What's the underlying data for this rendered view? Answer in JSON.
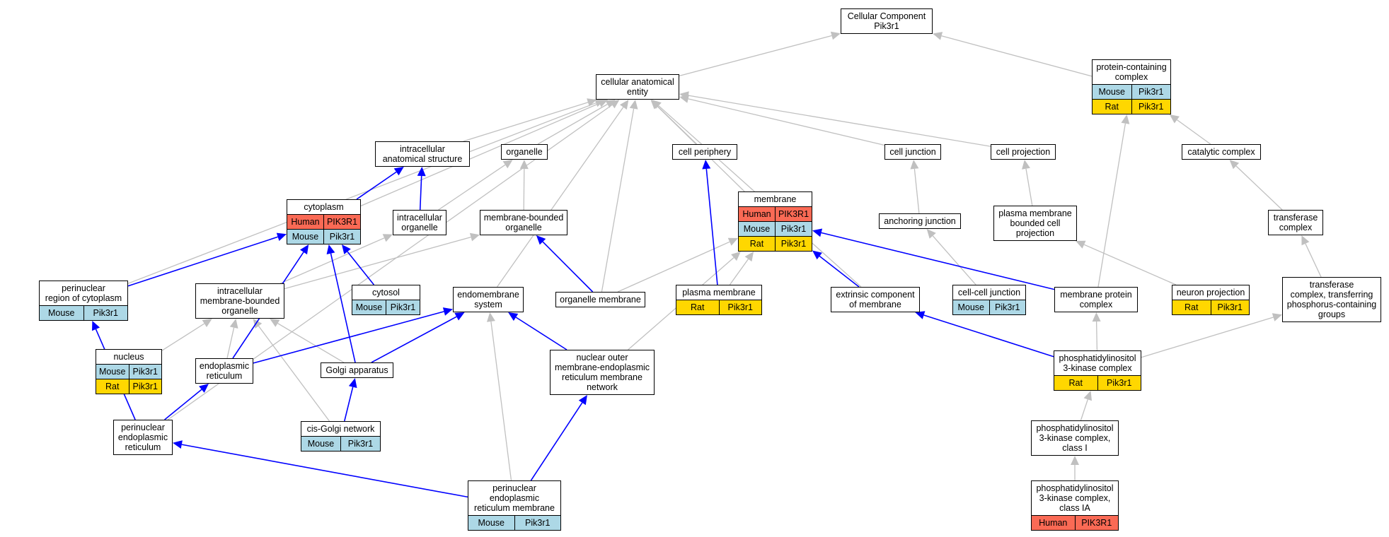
{
  "colors": {
    "human": "#FA6A55",
    "mouse": "#ADD8E6",
    "rat": "#FFD700",
    "isa_edge": "#C0C0C0",
    "partof_edge": "#0000FF"
  },
  "nodes": {
    "cellular_component": {
      "title": "Cellular Component\nPik3r1"
    },
    "protein_containing_complex": {
      "title": "protein-containing\ncomplex",
      "rows": [
        [
          "Mouse",
          "Pik3r1"
        ],
        [
          "Rat",
          "Pik3r1"
        ]
      ]
    },
    "cellular_anatomical_entity": {
      "title": "cellular anatomical\nentity"
    },
    "intracellular_anatomical_structure": {
      "title": "intracellular\nanatomical structure"
    },
    "organelle": {
      "title": "organelle"
    },
    "cell_periphery": {
      "title": "cell periphery"
    },
    "cell_junction": {
      "title": "cell junction"
    },
    "cell_projection": {
      "title": "cell projection"
    },
    "catalytic_complex": {
      "title": "catalytic complex"
    },
    "cytoplasm": {
      "title": "cytoplasm",
      "rows": [
        [
          "Human",
          "PIK3R1"
        ],
        [
          "Mouse",
          "Pik3r1"
        ]
      ]
    },
    "intracellular_organelle": {
      "title": "intracellular\norganelle"
    },
    "membrane_bounded_organelle": {
      "title": "membrane-bounded\norganelle"
    },
    "membrane": {
      "title": "membrane",
      "rows": [
        [
          "Human",
          "PIK3R1"
        ],
        [
          "Mouse",
          "Pik3r1"
        ],
        [
          "Rat",
          "Pik3r1"
        ]
      ]
    },
    "anchoring_junction": {
      "title": "anchoring junction"
    },
    "plasma_membrane_bounded_cell_projection": {
      "title": "plasma membrane\nbounded cell\nprojection"
    },
    "transferase_complex": {
      "title": "transferase\ncomplex"
    },
    "perinuclear_region_of_cytoplasm": {
      "title": "perinuclear\nregion of cytoplasm",
      "rows": [
        [
          "Mouse",
          "Pik3r1"
        ]
      ]
    },
    "intracellular_membrane_bounded_organelle": {
      "title": "intracellular\nmembrane-bounded\norganelle"
    },
    "cytosol": {
      "title": "cytosol",
      "rows": [
        [
          "Mouse",
          "Pik3r1"
        ]
      ]
    },
    "endomembrane_system": {
      "title": "endomembrane\nsystem"
    },
    "organelle_membrane": {
      "title": "organelle membrane"
    },
    "plasma_membrane": {
      "title": "plasma membrane",
      "rows": [
        [
          "Rat",
          "Pik3r1"
        ]
      ]
    },
    "extrinsic_component_of_membrane": {
      "title": "extrinsic component\nof membrane"
    },
    "cell_cell_junction": {
      "title": "cell-cell junction",
      "rows": [
        [
          "Mouse",
          "Pik3r1"
        ]
      ]
    },
    "membrane_protein_complex": {
      "title": "membrane protein\ncomplex"
    },
    "neuron_projection": {
      "title": "neuron projection",
      "rows": [
        [
          "Rat",
          "Pik3r1"
        ]
      ]
    },
    "transferase_complex_phospho": {
      "title": "transferase\ncomplex, transferring\nphosphorus-containing\ngroups"
    },
    "nucleus": {
      "title": "nucleus",
      "rows": [
        [
          "Mouse",
          "Pik3r1"
        ],
        [
          "Rat",
          "Pik3r1"
        ]
      ]
    },
    "endoplasmic_reticulum": {
      "title": "endoplasmic\nreticulum"
    },
    "golgi_apparatus": {
      "title": "Golgi apparatus"
    },
    "nuclear_outer_membrane_er_network": {
      "title": "nuclear outer\nmembrane-endoplasmic\nreticulum membrane\nnetwork"
    },
    "pi3k_complex": {
      "title": "phosphatidylinositol\n3-kinase complex",
      "rows": [
        [
          "Rat",
          "Pik3r1"
        ]
      ]
    },
    "perinuclear_er": {
      "title": "perinuclear\nendoplasmic\nreticulum"
    },
    "cis_golgi_network": {
      "title": "cis-Golgi network",
      "rows": [
        [
          "Mouse",
          "Pik3r1"
        ]
      ]
    },
    "pi3k_complex_class_i": {
      "title": "phosphatidylinositol\n3-kinase complex,\nclass I"
    },
    "perinuclear_er_membrane": {
      "title": "perinuclear\nendoplasmic\nreticulum membrane",
      "rows": [
        [
          "Mouse",
          "Pik3r1"
        ]
      ]
    },
    "pi3k_complex_class_ia": {
      "title": "phosphatidylinositol\n3-kinase complex,\nclass IA",
      "rows": [
        [
          "Human",
          "PIK3R1"
        ]
      ]
    }
  },
  "edges": [
    {
      "from": "protein_containing_complex",
      "to": "cellular_component",
      "type": "is_a"
    },
    {
      "from": "cellular_anatomical_entity",
      "to": "cellular_component",
      "type": "is_a"
    },
    {
      "from": "intracellular_anatomical_structure",
      "to": "cellular_anatomical_entity",
      "type": "is_a"
    },
    {
      "from": "organelle",
      "to": "cellular_anatomical_entity",
      "type": "is_a"
    },
    {
      "from": "cell_periphery",
      "to": "cellular_anatomical_entity",
      "type": "is_a"
    },
    {
      "from": "cell_junction",
      "to": "cellular_anatomical_entity",
      "type": "is_a"
    },
    {
      "from": "cell_projection",
      "to": "cellular_anatomical_entity",
      "type": "is_a"
    },
    {
      "from": "membrane",
      "to": "cellular_anatomical_entity",
      "type": "is_a"
    },
    {
      "from": "cytoplasm",
      "to": "cellular_anatomical_entity",
      "type": "is_a"
    },
    {
      "from": "perinuclear_region_of_cytoplasm",
      "to": "cellular_anatomical_entity",
      "type": "is_a"
    },
    {
      "from": "perinuclear_er",
      "to": "cellular_anatomical_entity",
      "type": "is_a"
    },
    {
      "from": "endomembrane_system",
      "to": "cellular_anatomical_entity",
      "type": "is_a"
    },
    {
      "from": "organelle_membrane",
      "to": "cellular_anatomical_entity",
      "type": "is_a"
    },
    {
      "from": "extrinsic_component_of_membrane",
      "to": "cellular_anatomical_entity",
      "type": "is_a"
    },
    {
      "from": "catalytic_complex",
      "to": "protein_containing_complex",
      "type": "is_a"
    },
    {
      "from": "membrane_protein_complex",
      "to": "protein_containing_complex",
      "type": "is_a"
    },
    {
      "from": "transferase_complex",
      "to": "catalytic_complex",
      "type": "is_a"
    },
    {
      "from": "transferase_complex_phospho",
      "to": "transferase_complex",
      "type": "is_a"
    },
    {
      "from": "intracellular_organelle",
      "to": "organelle",
      "type": "is_a"
    },
    {
      "from": "membrane_bounded_organelle",
      "to": "organelle",
      "type": "is_a"
    },
    {
      "from": "anchoring_junction",
      "to": "cell_junction",
      "type": "is_a"
    },
    {
      "from": "cell_cell_junction",
      "to": "anchoring_junction",
      "type": "is_a"
    },
    {
      "from": "plasma_membrane_bounded_cell_projection",
      "to": "cell_projection",
      "type": "is_a"
    },
    {
      "from": "neuron_projection",
      "to": "plasma_membrane_bounded_cell_projection",
      "type": "is_a"
    },
    {
      "from": "intracellular_membrane_bounded_organelle",
      "to": "intracellular_organelle",
      "type": "is_a"
    },
    {
      "from": "intracellular_membrane_bounded_organelle",
      "to": "membrane_bounded_organelle",
      "type": "is_a"
    },
    {
      "from": "plasma_membrane",
      "to": "membrane",
      "type": "is_a"
    },
    {
      "from": "organelle_membrane",
      "to": "membrane",
      "type": "is_a"
    },
    {
      "from": "nuclear_outer_membrane_er_network",
      "to": "membrane",
      "type": "is_a"
    },
    {
      "from": "nucleus",
      "to": "intracellular_membrane_bounded_organelle",
      "type": "is_a"
    },
    {
      "from": "endoplasmic_reticulum",
      "to": "intracellular_membrane_bounded_organelle",
      "type": "is_a"
    },
    {
      "from": "golgi_apparatus",
      "to": "intracellular_membrane_bounded_organelle",
      "type": "is_a"
    },
    {
      "from": "cis_golgi_network",
      "to": "intracellular_membrane_bounded_organelle",
      "type": "is_a"
    },
    {
      "from": "perinuclear_er_membrane",
      "to": "endomembrane_system",
      "type": "is_a"
    },
    {
      "from": "pi3k_complex",
      "to": "membrane_protein_complex",
      "type": "is_a"
    },
    {
      "from": "pi3k_complex",
      "to": "transferase_complex_phospho",
      "type": "is_a"
    },
    {
      "from": "pi3k_complex_class_i",
      "to": "pi3k_complex",
      "type": "is_a"
    },
    {
      "from": "pi3k_complex_class_ia",
      "to": "pi3k_complex_class_i",
      "type": "is_a"
    },
    {
      "from": "cytoplasm",
      "to": "intracellular_anatomical_structure",
      "type": "part_of"
    },
    {
      "from": "intracellular_organelle",
      "to": "intracellular_anatomical_structure",
      "type": "part_of"
    },
    {
      "from": "plasma_membrane",
      "to": "cell_periphery",
      "type": "part_of"
    },
    {
      "from": "organelle_membrane",
      "to": "membrane_bounded_organelle",
      "type": "part_of"
    },
    {
      "from": "extrinsic_component_of_membrane",
      "to": "membrane",
      "type": "part_of"
    },
    {
      "from": "membrane_protein_complex",
      "to": "membrane",
      "type": "part_of"
    },
    {
      "from": "perinuclear_region_of_cytoplasm",
      "to": "cytoplasm",
      "type": "part_of"
    },
    {
      "from": "cytosol",
      "to": "cytoplasm",
      "type": "part_of"
    },
    {
      "from": "endoplasmic_reticulum",
      "to": "cytoplasm",
      "type": "part_of"
    },
    {
      "from": "golgi_apparatus",
      "to": "cytoplasm",
      "type": "part_of"
    },
    {
      "from": "endoplasmic_reticulum",
      "to": "endomembrane_system",
      "type": "part_of"
    },
    {
      "from": "golgi_apparatus",
      "to": "endomembrane_system",
      "type": "part_of"
    },
    {
      "from": "nuclear_outer_membrane_er_network",
      "to": "endomembrane_system",
      "type": "part_of"
    },
    {
      "from": "perinuclear_er",
      "to": "perinuclear_region_of_cytoplasm",
      "type": "part_of"
    },
    {
      "from": "perinuclear_er",
      "to": "endoplasmic_reticulum",
      "type": "part_of"
    },
    {
      "from": "cis_golgi_network",
      "to": "golgi_apparatus",
      "type": "part_of"
    },
    {
      "from": "pi3k_complex",
      "to": "extrinsic_component_of_membrane",
      "type": "part_of"
    },
    {
      "from": "perinuclear_er_membrane",
      "to": "perinuclear_er",
      "type": "part_of"
    },
    {
      "from": "perinuclear_er_membrane",
      "to": "nuclear_outer_membrane_er_network",
      "type": "part_of"
    }
  ]
}
